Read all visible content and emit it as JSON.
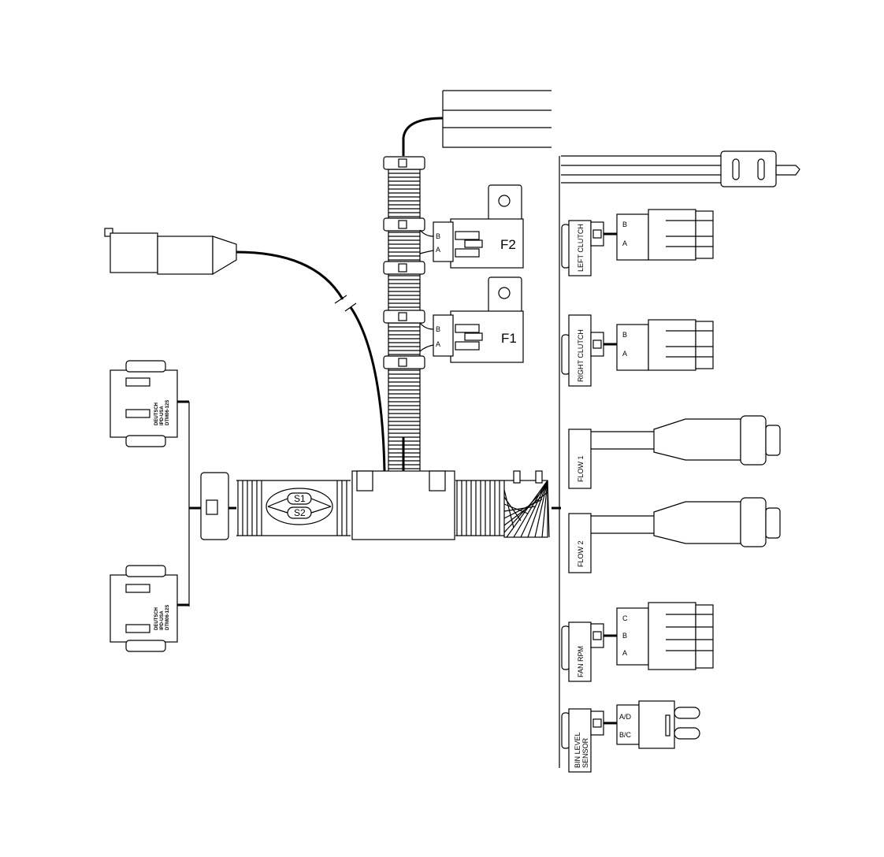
{
  "fuses": {
    "f1": "F1",
    "f2": "F2",
    "pin_b": "B",
    "pin_a": "A"
  },
  "splices": {
    "s1": "S1",
    "s2": "S2"
  },
  "deutsch_top": {
    "line1": "DEUTSCH",
    "line2": "IPD-USA",
    "line3": "DTM06-12S"
  },
  "deutsch_bottom": {
    "line1": "DEUTSCH",
    "line2": "IPD-USA",
    "line3": "DTM06-12S"
  },
  "connectors": {
    "left_clutch": {
      "label": "LEFT CLUTCH",
      "pins": [
        "B",
        "A"
      ]
    },
    "right_clutch": {
      "label": "RIGHT CLUTCH",
      "pins": [
        "B",
        "A"
      ]
    },
    "flow_1": {
      "label": "FLOW 1"
    },
    "flow_2": {
      "label": "FLOW 2"
    },
    "fan_rpm": {
      "label": "FAN RPM",
      "pins": [
        "C",
        "B",
        "A"
      ]
    },
    "bin_level": {
      "label_line1": "BIN LEVEL",
      "label_line2": "SENSOR",
      "pins": [
        "A/D",
        "B/C"
      ]
    }
  }
}
